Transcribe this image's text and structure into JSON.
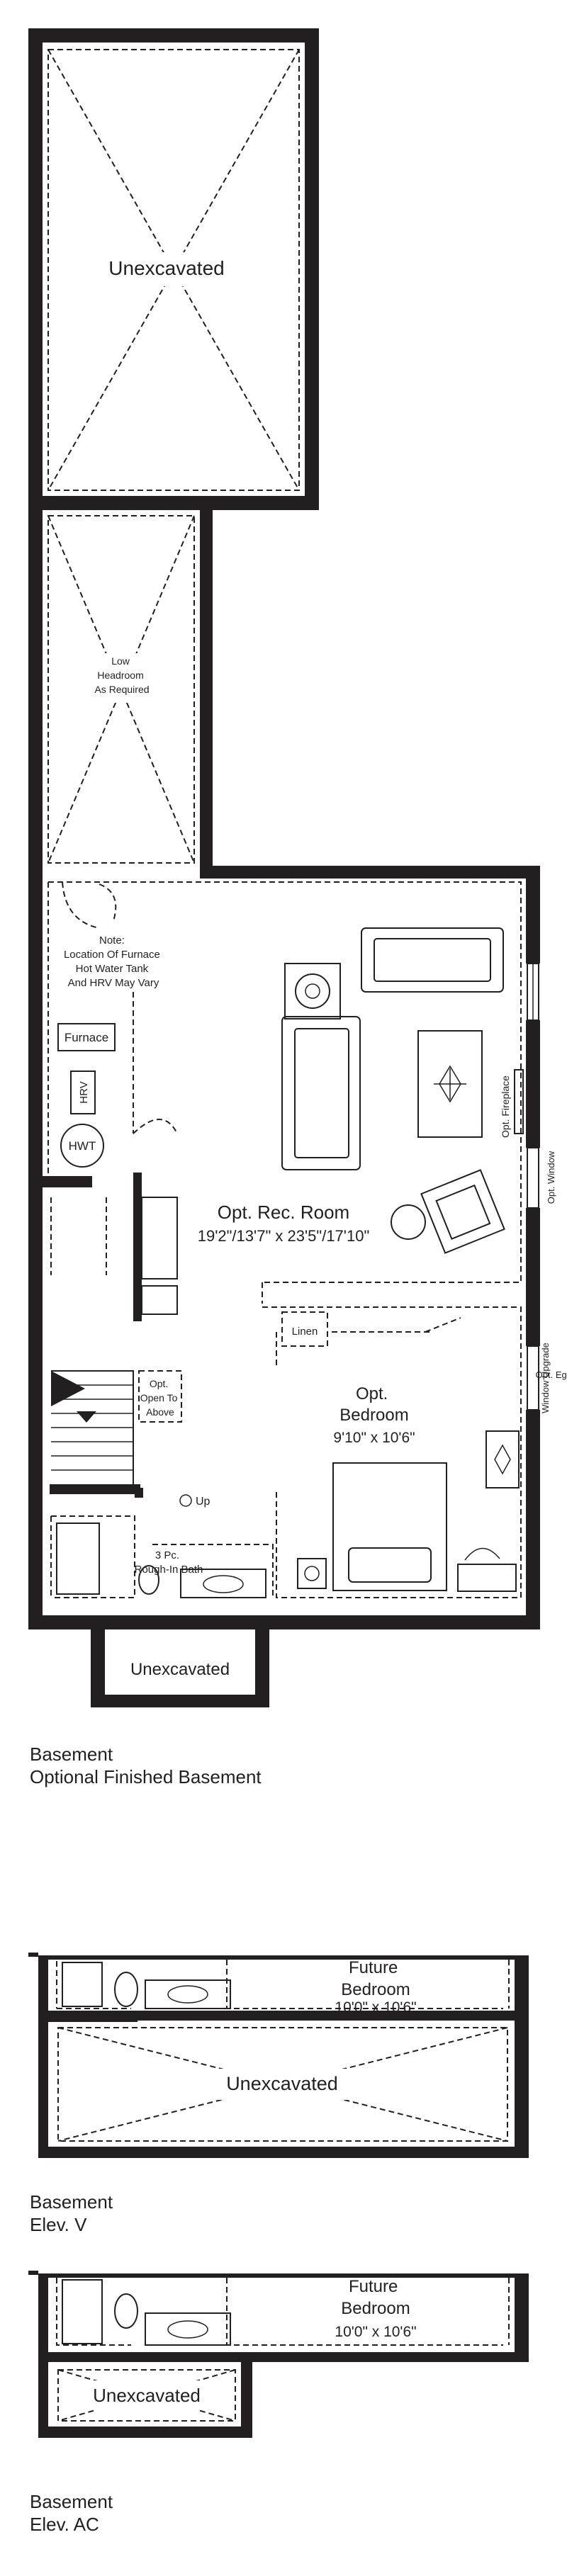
{
  "plan_main": {
    "unexcavated_top": "Unexcavated",
    "low_headroom": [
      "Low",
      "Headroom",
      "As Required"
    ],
    "note": [
      "Note:",
      "Location Of Furnace",
      "Hot Water Tank",
      "And HRV May Vary"
    ],
    "furnace": "Furnace",
    "hrv": "HRV",
    "hwt": "HWT",
    "rec_room_name": "Opt. Rec. Room",
    "rec_room_dims": "19'2\"/13'7\" x 23'5\"/17'10\"",
    "opt_fireplace": "Opt. Fireplace",
    "opt_window": "Opt. Window",
    "opt_egress": [
      "Opt. Egress",
      "Window Upgrade"
    ],
    "opt_open_to_above": [
      "Opt.",
      "Open To",
      "Above"
    ],
    "up": "Up",
    "linen": "Linen",
    "bedroom": [
      "Opt.",
      "Bedroom"
    ],
    "bedroom_dims": "9'10\" x 10'6\"",
    "bath": [
      "3 Pc.",
      "Rough-In Bath"
    ],
    "unexcavated_bottom": "Unexcavated"
  },
  "caption_main": [
    "Basement",
    "Optional Finished Basement"
  ],
  "plan_v": {
    "future_bedroom": [
      "Future",
      "Bedroom"
    ],
    "dims": "10'0\" x 10'6\"",
    "unexcavated": "Unexcavated"
  },
  "caption_v": [
    "Basement",
    "Elev. V"
  ],
  "plan_ac": {
    "future_bedroom": [
      "Future",
      "Bedroom"
    ],
    "dims": "10'0\" x 10'6\"",
    "unexcavated": "Unexcavated"
  },
  "caption_ac": [
    "Basement",
    "Elev. AC"
  ]
}
